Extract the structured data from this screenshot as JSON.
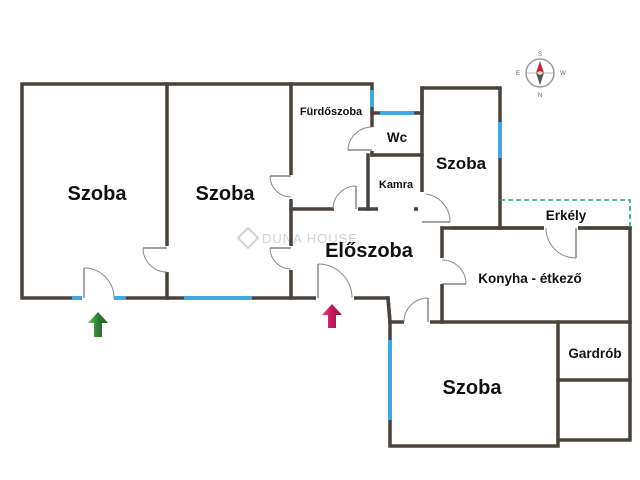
{
  "rooms": {
    "szoba_1": "Szoba",
    "szoba_2": "Szoba",
    "furdoszoba": "Fürdőszoba",
    "wc": "Wc",
    "kamra": "Kamra",
    "szoba_3": "Szoba",
    "eloszoba": "Előszoba",
    "erkely": "Erkély",
    "konyha": "Konyha - étkező",
    "gardrob": "Gardrób",
    "szoba_4": "Szoba"
  },
  "watermark": "DUNA HOUSE",
  "compass": {
    "n": "N",
    "s": "S",
    "e": "E",
    "w": "W"
  },
  "colors": {
    "wall": "#4a423c",
    "window": "#3fa9e0",
    "balcony": "#2fa36b",
    "entrance_arrow": "#c2185b",
    "garden_arrow": "#2e7d32"
  }
}
